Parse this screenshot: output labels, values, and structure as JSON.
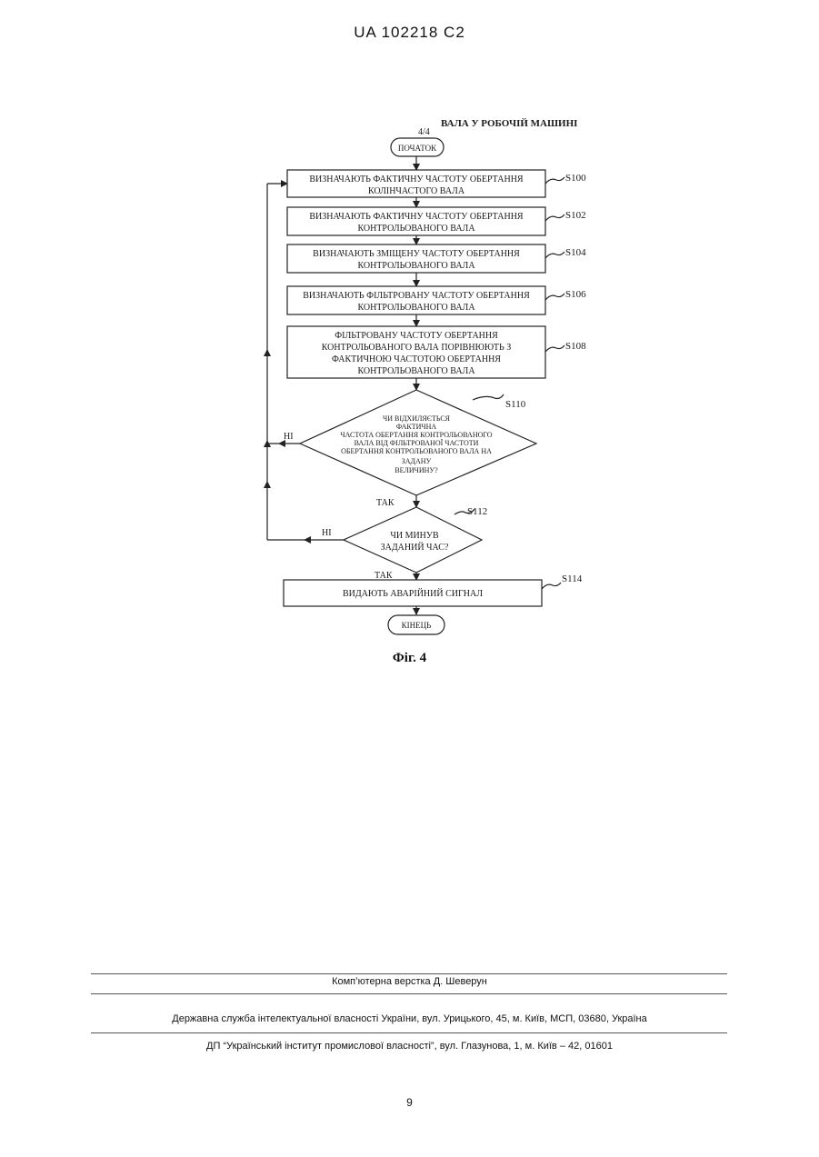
{
  "header": {
    "doc_id": "UA   102218   C2"
  },
  "sheet": {
    "number": "4/4",
    "title": "ВАЛА У РОБОЧІЙ МАШИНІ"
  },
  "flow": {
    "start": "ПОЧАТОК",
    "steps": [
      {
        "id": "S100",
        "lines": [
          "ВИЗНАЧАЮТЬ ФАКТИЧНУ ЧАСТОТУ ОБЕРТАННЯ",
          "КОЛІНЧАСТОГО ВАЛА"
        ]
      },
      {
        "id": "S102",
        "lines": [
          "ВИЗНАЧАЮТЬ ФАКТИЧНУ ЧАСТОТУ ОБЕРТАННЯ",
          "КОНТРОЛЬОВАНОГО ВАЛА"
        ]
      },
      {
        "id": "S104",
        "lines": [
          "ВИЗНАЧАЮТЬ ЗМІЩЕНУ ЧАСТОТУ ОБЕРТАННЯ",
          "КОНТРОЛЬОВАНОГО ВАЛА"
        ]
      },
      {
        "id": "S106",
        "lines": [
          "ВИЗНАЧАЮТЬ ФІЛЬТРОВАНУ ЧАСТОТУ ОБЕРТАННЯ",
          "КОНТРОЛЬОВАНОГО ВАЛА"
        ]
      },
      {
        "id": "S108",
        "lines": [
          "ФІЛЬТРОВАНУ ЧАСТОТУ ОБЕРТАННЯ",
          "КОНТРОЛЬОВАНОГО ВАЛА ПОРІВНЮЮТЬ З",
          "ФАКТИЧНОЮ ЧАСТОТОЮ ОБЕРТАННЯ",
          "КОНТРОЛЬОВАНОГО ВАЛА"
        ]
      }
    ],
    "decision1": {
      "id": "S110",
      "lines": [
        "ЧИ ВІДХИЛЯЄТЬСЯ",
        "ФАКТИЧНА",
        "ЧАСТОТА ОБЕРТАННЯ КОНТРОЛЬОВАНОГО",
        "ВАЛА ВІД ФІЛЬТРОВАНОЇ ЧАСТОТИ",
        "ОБЕРТАННЯ КОНТРОЛЬОВАНОГО ВАЛА НА",
        "ЗАДАНУ",
        "ВЕЛИЧИНУ?"
      ]
    },
    "decision2": {
      "id": "S112",
      "lines": [
        "ЧИ МИНУВ",
        "ЗАДАНИЙ ЧАС?"
      ]
    },
    "alarm": {
      "id": "S114",
      "lines": [
        "ВИДАЮТЬ АВАРІЙНИЙ СИГНАЛ"
      ]
    },
    "end": "КІНЕЦЬ",
    "yes_label": "ТАК",
    "no_label": "НІ"
  },
  "figure_caption": "Фіг. 4",
  "footer": {
    "layout_credit": "Комп’ютерна верстка Д. Шеверун",
    "agency": "Державна служба інтелектуальної власності України, вул. Урицького, 45, м. Київ, МСП, 03680, Україна",
    "institute": "ДП “Український інститут промислової власності”, вул. Глазунова, 1, м. Київ – 42, 01601",
    "page_number": "9"
  }
}
